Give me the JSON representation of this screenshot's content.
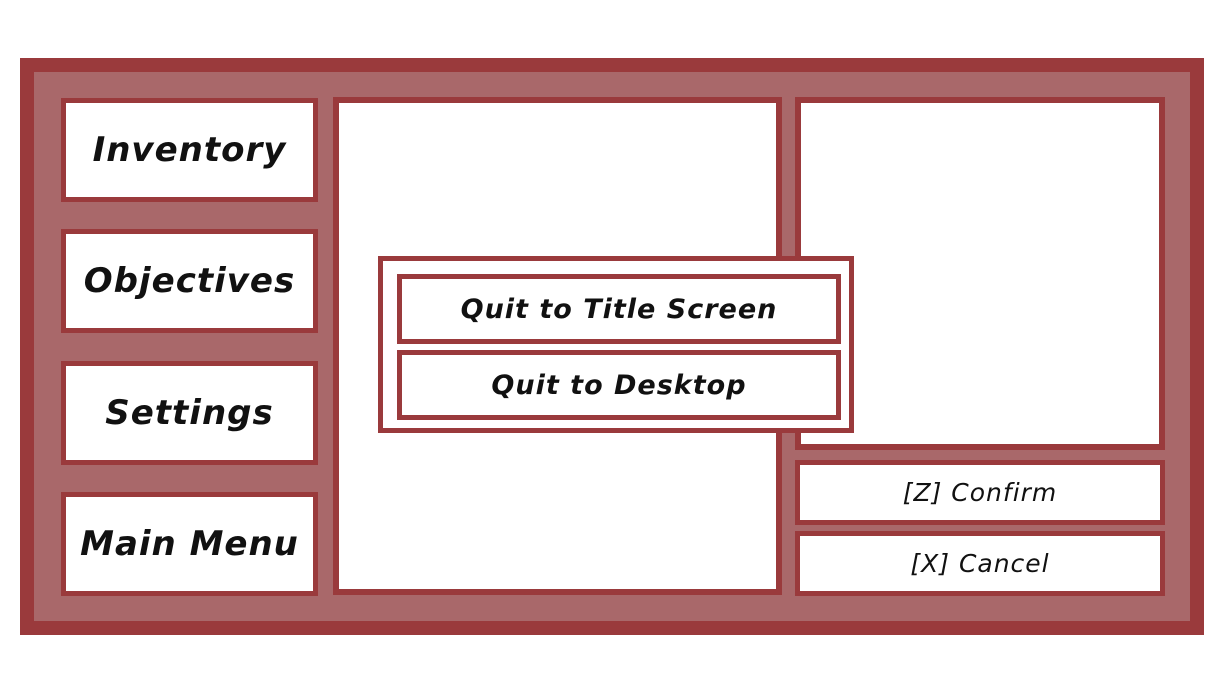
{
  "side_menu": {
    "items": [
      {
        "label": "Inventory"
      },
      {
        "label": "Objectives"
      },
      {
        "label": "Settings"
      },
      {
        "label": "Main Menu"
      }
    ]
  },
  "quit_dialog": {
    "options": [
      {
        "label": "Quit to Title Screen"
      },
      {
        "label": "Quit to Desktop"
      }
    ]
  },
  "controls": {
    "confirm_label": "[Z] Confirm",
    "cancel_label": "[X] Cancel"
  },
  "colors": {
    "frame": "#9a3a3c",
    "frame_fill": "#a9686a",
    "panel_bg": "#ffffff",
    "text": "#111111"
  }
}
